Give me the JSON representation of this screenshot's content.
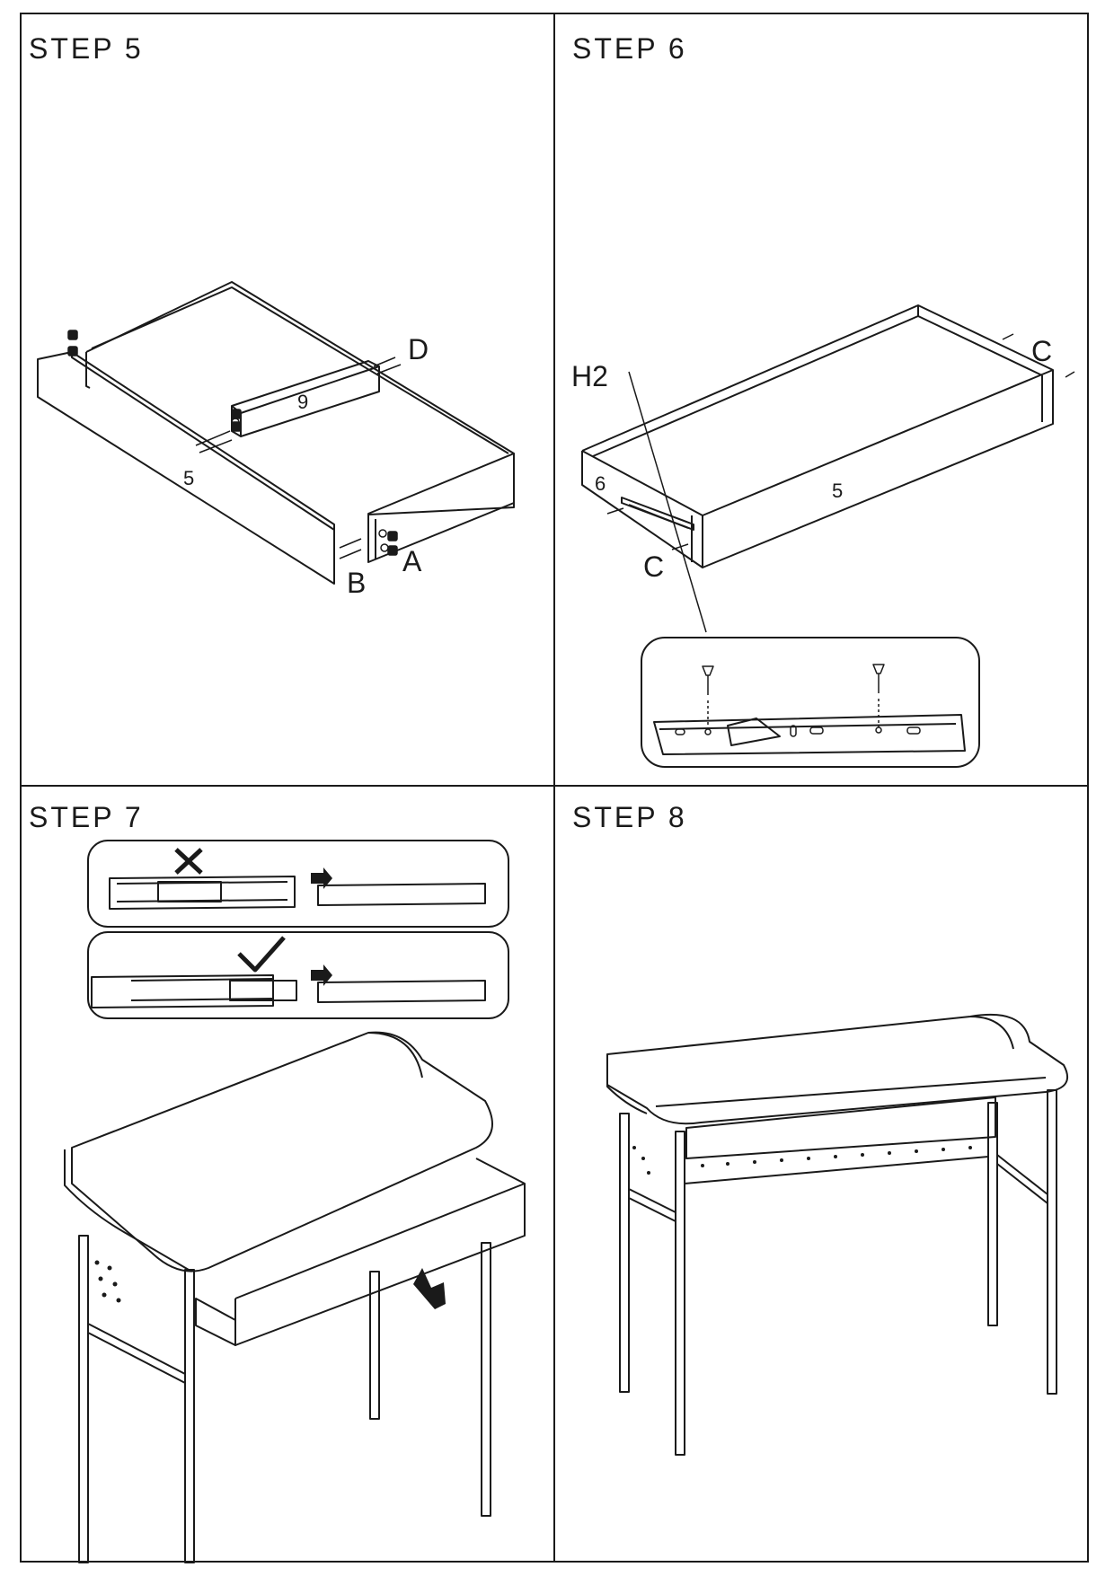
{
  "steps": [
    {
      "title": "STEP 5",
      "labels": {
        "part_9": "9",
        "part_5": "5",
        "d": "D",
        "a": "A",
        "b": "B"
      }
    },
    {
      "title": "STEP 6",
      "labels": {
        "h2": "H2",
        "c_top": "C",
        "c_bottom": "C",
        "part_6": "6",
        "part_5": "5"
      }
    },
    {
      "title": "STEP 7"
    },
    {
      "title": "STEP 8"
    }
  ]
}
